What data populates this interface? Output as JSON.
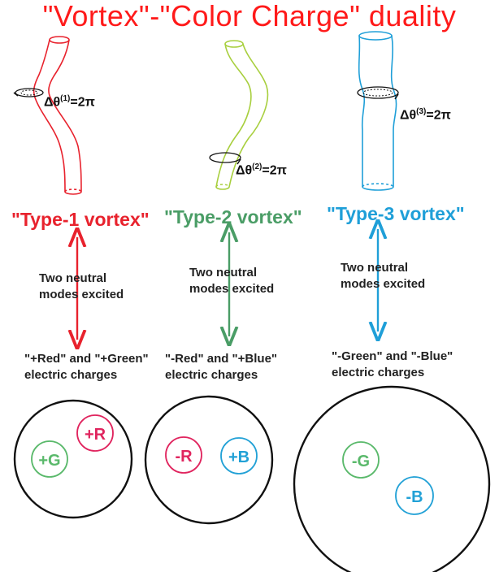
{
  "title": "\"Vortex\"-\"Color Charge\"  duality",
  "vortices": [
    {
      "label": "\"Type-1 vortex\"",
      "color": "#e8222d",
      "winding": {
        "prefix": "Δθ",
        "sup": "(1)",
        "suffix": "=2π"
      },
      "note_line1": "Two neutral",
      "note_line2": "modes excited",
      "charges_line1": "\"+Red\" and \"+Green\"",
      "charges_line2": "electric charges",
      "particles": [
        {
          "text": "+R",
          "color": "#e0245e"
        },
        {
          "text": "+G",
          "color": "#5ab96b"
        }
      ]
    },
    {
      "label": "\"Type-2 vortex\"",
      "color": "#4a9d66",
      "tube_color": "#a8cf3e",
      "winding": {
        "prefix": "Δθ",
        "sup": "(2)",
        "suffix": "=2π"
      },
      "note_line1": "Two neutral",
      "note_line2": "modes excited",
      "charges_line1": "\"-Red\" and \"+Blue\"",
      "charges_line2": "electric charges",
      "particles": [
        {
          "text": "-R",
          "color": "#e0245e"
        },
        {
          "text": "+B",
          "color": "#22a1d6"
        }
      ]
    },
    {
      "label": "\"Type-3 vortex\"",
      "color": "#1f9fd8",
      "winding": {
        "prefix": "Δθ",
        "sup": "(3)",
        "suffix": "=2π"
      },
      "note_line1": "Two neutral",
      "note_line2": "modes excited",
      "charges_line1": "\"-Green\" and \"-Blue\"",
      "charges_line2": "electric charges",
      "particles": [
        {
          "text": "-G",
          "color": "#5ab96b"
        },
        {
          "text": "-B",
          "color": "#22a1d6"
        }
      ]
    }
  ]
}
